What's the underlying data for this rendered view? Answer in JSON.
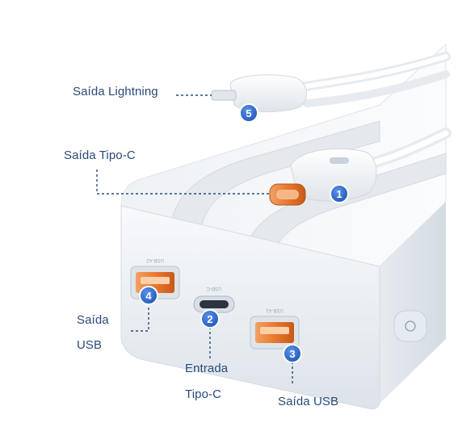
{
  "callouts": {
    "lightning": {
      "label": "Saída Lightning",
      "number": "5"
    },
    "tipo_c_out": {
      "label": "Saída Tipo-C",
      "number": "1"
    },
    "usb_left": {
      "line1": "Saída",
      "line2": "USB",
      "number": "4"
    },
    "tipo_c_in": {
      "line1": "Entrada",
      "line2": "Tipo-C",
      "number": "2"
    },
    "usb_right": {
      "label": "Saída USB",
      "number": "3"
    }
  },
  "port_labels": {
    "usb_left": "USB-A2",
    "usb_c": "USB-C",
    "usb_right": "USB-A1"
  },
  "colors": {
    "label_text": "#2a4a78",
    "badge_blue": "#2f6fd6",
    "connector_orange": "#e8782e",
    "body_white": "#f2f5f9"
  }
}
